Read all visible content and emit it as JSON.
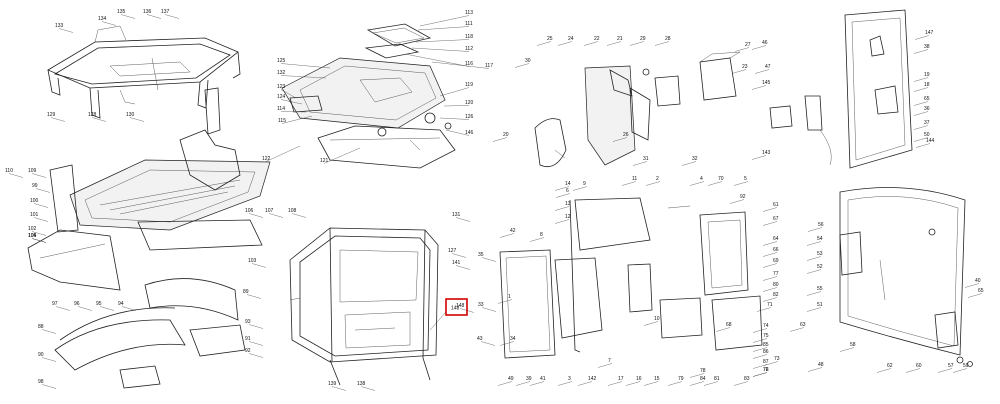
{
  "highlight": {
    "label": "148",
    "color": "#d40000"
  },
  "groups": [
    {
      "id": "roof-frame",
      "labels": [
        "134",
        "135",
        "136",
        "137",
        "133",
        "129",
        "128",
        "130"
      ]
    },
    {
      "id": "roof-panel",
      "labels": [
        "113",
        "111",
        "118",
        "112",
        "116",
        "117",
        "125",
        "132",
        "123",
        "124",
        "114",
        "115",
        "119",
        "120",
        "126",
        "146",
        "121",
        "122"
      ]
    },
    {
      "id": "floor",
      "labels": [
        "110",
        "109",
        "99",
        "100",
        "101",
        "102",
        "105",
        "106",
        "107",
        "108",
        "103",
        "104"
      ]
    },
    {
      "id": "fenders",
      "labels": [
        "97",
        "96",
        "95",
        "94",
        "89",
        "93",
        "88",
        "91",
        "90",
        "92",
        "98"
      ]
    },
    {
      "id": "cab-frame",
      "labels": [
        "131",
        "127",
        "141",
        "148",
        "139",
        "138"
      ]
    },
    {
      "id": "door-lock",
      "labels": [
        "30",
        "25",
        "24",
        "22",
        "21",
        "29",
        "28",
        "27",
        "23",
        "20",
        "26",
        "31",
        "32"
      ]
    },
    {
      "id": "rear-window",
      "labels": [
        "46",
        "147",
        "38",
        "47",
        "19",
        "18",
        "145",
        "65",
        "36",
        "37",
        "144",
        "143",
        "50"
      ]
    },
    {
      "id": "door",
      "labels": [
        "14",
        "6",
        "13",
        "12",
        "9",
        "11",
        "2",
        "4",
        "70",
        "5",
        "8",
        "42",
        "35",
        "1",
        "33",
        "34",
        "43",
        "49",
        "39",
        "41",
        "3",
        "142",
        "7",
        "17",
        "16",
        "15",
        "79",
        "10",
        "92",
        "61",
        "67",
        "64",
        "66",
        "69",
        "77",
        "80",
        "82",
        "71",
        "74",
        "75",
        "85",
        "86",
        "87",
        "76",
        "73",
        "68",
        "63",
        "72",
        "81",
        "84",
        "83",
        "78"
      ]
    },
    {
      "id": "side-window",
      "labels": [
        "56",
        "54",
        "53",
        "52",
        "55",
        "51",
        "58",
        "48",
        "40",
        "62",
        "60",
        "57",
        "59",
        "65"
      ]
    }
  ]
}
